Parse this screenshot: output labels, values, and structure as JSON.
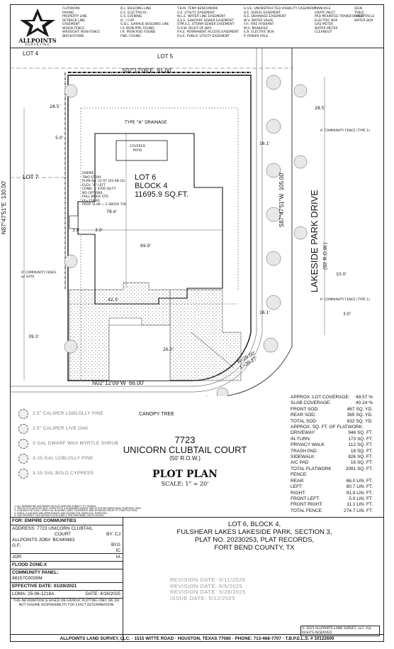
{
  "header": {
    "company_logo_text": "ALLPOINTS",
    "company_logo_sub": "SURVEYING",
    "legend_col1": [
      "FLATWORK",
      "PAVING",
      "PROPERTY LINE",
      "SETBACK LINE",
      "EASEMENT",
      "WOOD FENCE",
      "WROUGHT IRON FENCE",
      "BRICK/STONE"
    ],
    "legend_col2": [
      "B.L. BUILDING LINE",
      "E.E. ELECTRICAL",
      "E.S. EVENING",
      "IC. I CAP",
      "G.B.L. GARAGE BUILDING LINE",
      "I.P. IRON PIPE FOUND",
      "I.R. IRON ROD FOUND",
      "FND. FOUND"
    ],
    "legend_col3": [
      "T.B.M. TEMP BENCHMARK",
      "U.E. UTILITY EASEMENT",
      "W.L.E. WATER LINE EASEMENT",
      "S.S.E. SANITARY SEWER EASEMENT",
      "STM.S.E. STORM SEWER EASEMENT",
      "R.O.W. RIGHT-OF-WAY",
      "P.A.E. PERMANENT ACCESS EASEMENT",
      "P.U.E. PUBLIC UTILITY EASEMENT"
    ],
    "legend_col4": [
      "U.V.E. UNOBSTRUCTED VISIBILITY EASEMENT",
      "A.E. AERIAL EASEMENT",
      "D.E. DRAINAGE EASEMENT",
      "W.V. WATER VALVE",
      "F.H. FIRE HYDRANT",
      "M.H. MANHOLE",
      "E.B. ELECTRIC BOX",
      "P. POWER POLE"
    ],
    "legend_col5": [
      "MANHOLE",
      "GRATE INLET",
      "PAD MOUNTED TRANSFORMER",
      "ELECTRIC BOX",
      "GAS METER",
      "WATER METER",
      "CLEANOUT"
    ],
    "legend_col6": [
      "SIGN",
      "TABLE",
      "RECEPTACLE",
      "WATER BOX"
    ]
  },
  "plat": {
    "lot4": "LOT 4",
    "lot5": "LOT 5",
    "lot7": "LOT 7",
    "north_bearing": "S02°12'09\"E  91.00'",
    "south_bearing": "N02°12'09\"W  66.00'",
    "west_bearing": "N87°47'51\"E  130.00'",
    "east_bearing": "S87°47'51\"W  105.00'",
    "curve": "R=25.00'\nL=39.27'",
    "lot_label": "LOT 6",
    "block_label": "BLOCK 4",
    "area_label": "11695.9 SQ.FT.",
    "drainage": "TYPE \"A\" DRAINAGE",
    "covered_patio": "COVERED PATIO",
    "house_notes": "EMPIRE\nTWO STORY\nPLAN No. 51-07 (02-08-22)\nELEV. \"B\" LEFT\nCOND. = 4706 SQ.FT.\nNO OPTIONS\nPULL BRICK STD.\nFF=110.40\nPROP. SLAB = 2 ABOVE TOC",
    "street_name": "LAKESIDE PARK DRIVE",
    "street_row": "(50' R.O.W.)",
    "dims": [
      "28.5'",
      "5.0'",
      "69.9'",
      "78.4'",
      "42.3'",
      "39.3'",
      "26.0'",
      "16.1'",
      "16.1'",
      "28.5'",
      "3.0'",
      "10.0'",
      "3.0'",
      "3.0'"
    ],
    "community_fence_1": "6' COMMUNITY FENCE (TYPE 1)",
    "community_fence_2": "6' COMMUNITY FENCE (TYPE 1)",
    "community_fence_3": "6' COMMUNITY FENCE w/ GATE"
  },
  "trees": {
    "items": [
      "2.5\" CALIPER LOBLOLLY PINE",
      "2.5\" CALIPER LIVE OAK",
      "3 GAL DWARF WAX MYRTLE SHRUB",
      "3-15 GAL LOBLOLLY PINE",
      "3-15 GAL BOLD CYPRESS"
    ],
    "canopy": "CANOPY TREE"
  },
  "address_title": {
    "number": "7723",
    "street": "UNICORN CLUBTAIL COURT",
    "row": "(50' R.O.W.)",
    "plan": "PLOT PLAN",
    "scale": "SCALE: 1\" = 20'"
  },
  "stats": [
    {
      "label": "APPROX. LOT COVERAGE:",
      "value": "49.57 %"
    },
    {
      "label": "SLAB COVERAGE:",
      "value": "40.24 %"
    },
    {
      "label": "FRONT SOD:",
      "value": "467 SQ. YD."
    },
    {
      "label": "REAR SOD:",
      "value": "365 SQ. YD."
    },
    {
      "label": "TOTAL SOD:",
      "value": "832 SQ. YD."
    },
    {
      "label": "APPROX. SQ. FT. OF FLATWORK:",
      "value": ""
    },
    {
      "label": "DRIVEWAY:",
      "value": "946 SQ. FT."
    },
    {
      "label": "IN-TURN:",
      "value": "173 SQ. FT."
    },
    {
      "label": "PRIVACY WALK",
      "value": "112 SQ. FT."
    },
    {
      "label": "TRASH PAD",
      "value": "18 SQ. FT."
    },
    {
      "label": "SIDEWALK:",
      "value": "826 SQ. FT."
    },
    {
      "label": "A/C PAD",
      "value": "16 SQ. FT."
    },
    {
      "label": "TOTAL FLATWORK",
      "value": "2091 SQ. FT."
    },
    {
      "label": "FENCE:",
      "value": ""
    },
    {
      "label": "REAR:",
      "value": "86.0 LIN. FT."
    },
    {
      "label": "LEFT:",
      "value": "80.7 LIN. FT."
    },
    {
      "label": "RIGHT:",
      "value": "91.9 LIN. FT."
    },
    {
      "label": "FRONT LEFT:",
      "value": "5.0 LIN. FT."
    },
    {
      "label": "FRONT RIGHT:",
      "value": "11.1 LIN. FT."
    },
    {
      "label": "TOTAL FENCE:",
      "value": "274.7 LIN. FT."
    }
  ],
  "notes": [
    "1. ALL DIMENSIONS ARE BASED ON PLAT AND ARE SUBJECT TO CHANGE.",
    "2. THIS PLOT PLAN DOES NOT CONSTITUTE A BOUNDARY SURVEY AND IS FOR INFORMATIONAL PURPOSES ONLY.",
    "3. CONTRACTOR SHALL VERIFY ALL BUILDING LINES, EASEMENTS AND SETBACKS PRIOR TO CONSTRUCTION.",
    "4. FENCE LOCATIONS ARE APPROXIMATE AND SHOWN FOR GRAPHICAL PURPOSES.",
    "5. THIS PROPERTY LIES WITHIN FLOOD ZONE X PER FIRM PANEL 48157C0035M."
  ],
  "titleblock": {
    "for": "FOR:  EMPIRE COMMUNITIES",
    "address_label": "ADDRESS: 7723 UNICORN CLUBTAIL",
    "address_cont": "COURT",
    "by": "BY: CJ",
    "job": "ALLPOINTS JOB#: BC440483",
    "job_code": "BI:G",
    "gf": "G.F.:",
    "gf_code": "IC",
    "jor": "JOR:",
    "jor_code": "IA",
    "flood": "FLOOD ZONE:X",
    "panel_label": "COMMUNITY PANEL:",
    "panel": "48157C0035M",
    "effective": "EFFECTIVE DATE: 01/29/2021",
    "loma": "LOMA: 25-06-1218A",
    "loma_date": "DATE: 4/18/2025",
    "disclaimer": "THIS INFORMATION IS BASED ON GRAPHIC PLOTTING ONLY. WE DO NOT ASSUME RESPONSIBILITY FOR EXACT DETERMINATION",
    "legal_1": "LOT 6, BLOCK 4,",
    "legal_2": "FULSHEAR LAKES LAKESIDE PARK, SECTION 3,",
    "legal_3": "PLAT NO. 20230253, PLAT RECORDS,",
    "legal_4": "FORT BEND COUNTY, TX",
    "revision_1": "REVISION DATE: 6/11/2025",
    "revision_2": "REVISION DATE: 6/5/2025",
    "revision_3": "REVISION DATE: 5/28/2025",
    "issue": "ISSUE DATE: 5/12/2025",
    "stamp": "© 2025 ALLPOINTS LAND SURVEY, LLC. ALL RIGHTS RESERVED",
    "footer": "ALLPOINTS LAND SURVEY, LLC. · 1515 WITTE ROAD · HOUSTON, TEXAS 77080 · PHONE: 713-468-7707 · T.B.P.E.L.S. # 10122600"
  }
}
